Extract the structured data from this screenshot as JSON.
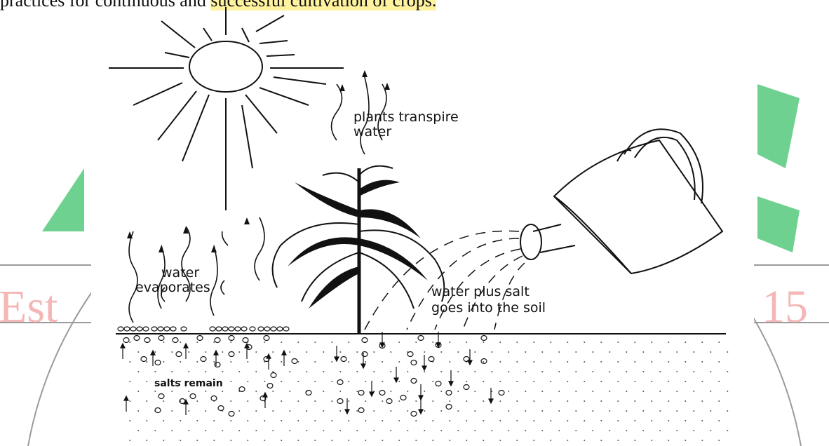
{
  "header": {
    "text_before": "practices for continuous and ",
    "text_highlight": "successful cultivation of crops."
  },
  "watermark": {
    "left_text": "Est",
    "right_text": "15",
    "color": "#f4b7b7",
    "arc_color": "#9b9b9b",
    "green_color": "#6fd18f"
  },
  "diagram": {
    "labels": {
      "plants_transpire_line1": "plants transpire",
      "plants_transpire_line2": "water",
      "water_evaporates_line1": "water",
      "water_evaporates_line2": "evaporates",
      "water_plus_salt_line1": "water plus salt",
      "water_plus_salt_line2": "goes into the soil",
      "salts_remain": "salts remain"
    },
    "icons": [
      "sun-icon",
      "maize-plant-icon",
      "watering-can-icon"
    ]
  }
}
